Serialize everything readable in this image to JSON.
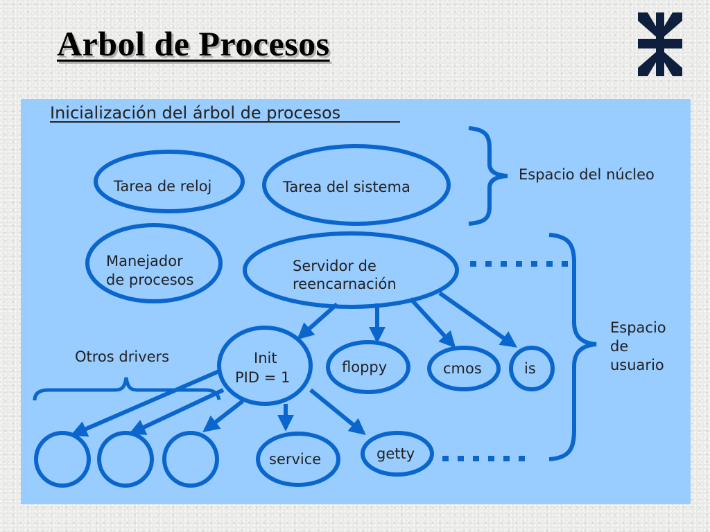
{
  "title": "Arbol de Procesos",
  "logo": {
    "icon": "utn-logo-icon",
    "color": "#0d1f3c"
  },
  "diagram": {
    "heading": "Inicialización del árbol de procesos",
    "colors": {
      "panel": "#99ccff",
      "stroke": "#0a66cc",
      "text": "#222222"
    },
    "nodes": {
      "clock_task": "Tarea de reloj",
      "system_task": "Tarea del sistema",
      "process_manager_line1": "Manejador",
      "process_manager_line2": "de procesos",
      "reincarnation_line1": "Servidor de",
      "reincarnation_line2": "reencarnación",
      "init_line1": "Init",
      "init_line2": "PID = 1",
      "floppy": "floppy",
      "cmos": "cmos",
      "is": "is",
      "service": "service",
      "getty": "getty"
    },
    "labels": {
      "kernel_space": "Espacio del núcleo",
      "user_space_line1": "Espacio",
      "user_space_line2": "de",
      "user_space_line3": "usuario",
      "other_drivers": "Otros drivers"
    }
  }
}
